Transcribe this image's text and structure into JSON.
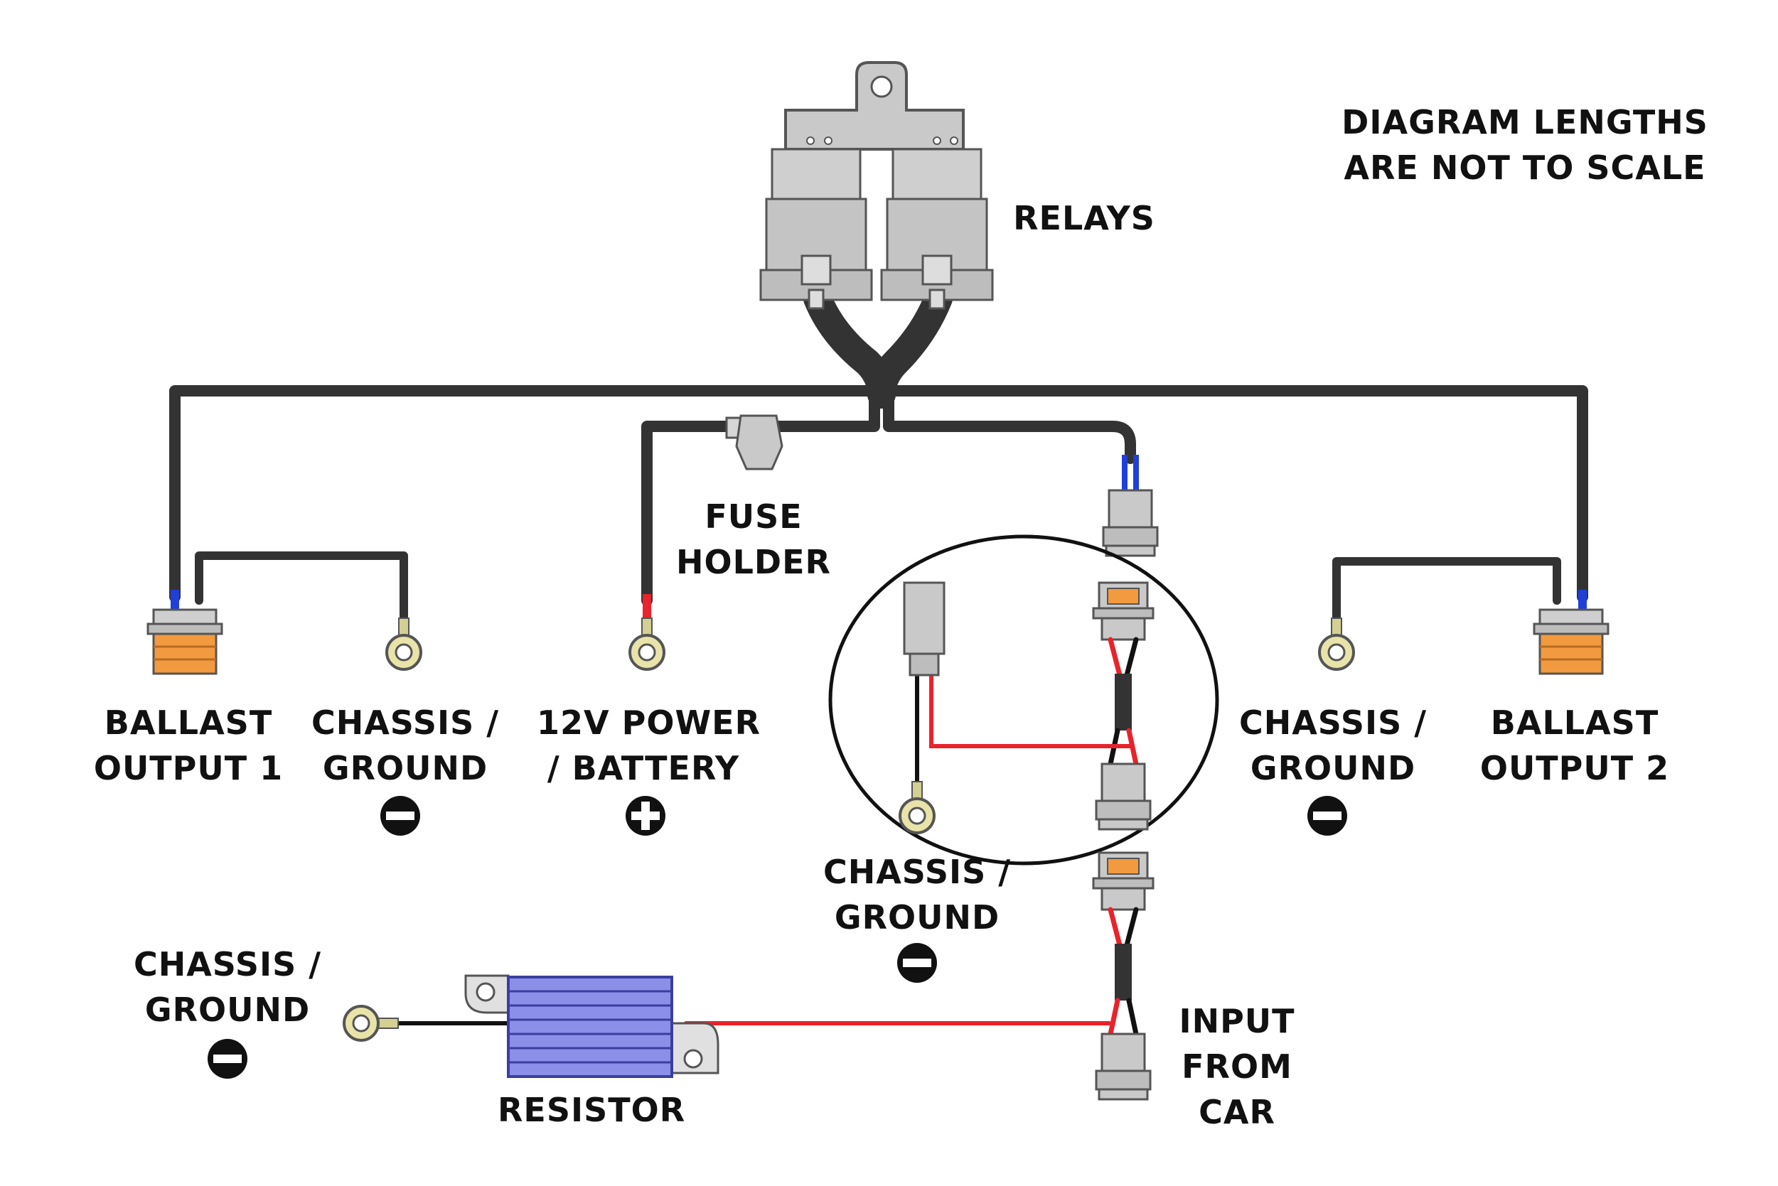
{
  "note": {
    "line1": "DIAGRAM LENGTHS",
    "line2": "ARE NOT TO SCALE"
  },
  "labels": {
    "relays": "RELAYS",
    "fuse_holder": [
      "FUSE",
      "HOLDER"
    ],
    "ballast_output_1": [
      "BALLAST",
      "OUTPUT 1"
    ],
    "ballast_output_2": [
      "BALLAST",
      "OUTPUT 2"
    ],
    "chassis_ground_left": [
      "CHASSIS /",
      "GROUND"
    ],
    "power_battery": [
      "12V POWER",
      "/ BATTERY"
    ],
    "chassis_ground_right": [
      "CHASSIS /",
      "GROUND"
    ],
    "chassis_ground_center": [
      "CHASSIS /",
      "GROUND"
    ],
    "chassis_ground_resistor": [
      "CHASSIS /",
      "GROUND"
    ],
    "resistor": "RESISTOR",
    "input_from_car": [
      "INPUT",
      "FROM",
      "CAR"
    ]
  },
  "colors": {
    "harness": "#333333",
    "positive_wire": "#e8232b",
    "negative_wire": "#111111",
    "blue_wire": "#1f3fd8",
    "connector_gray": "#c9c9c9",
    "connector_orange": "#f29a3f",
    "ring_terminal": "#e8e3a8",
    "resistor_blue": "#8c8fe8"
  }
}
